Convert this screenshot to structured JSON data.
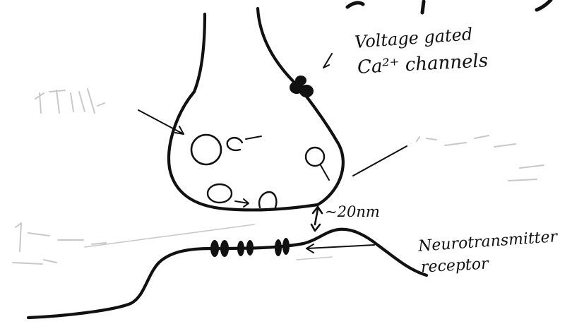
{
  "diagram": {
    "labels": {
      "voltage_gated": "Voltage gated",
      "ca_channels": "Ca²⁺ channels",
      "gap": "~20nm",
      "receptor_line1": "Neurotransmitter",
      "receptor_line2": "receptor"
    }
  }
}
